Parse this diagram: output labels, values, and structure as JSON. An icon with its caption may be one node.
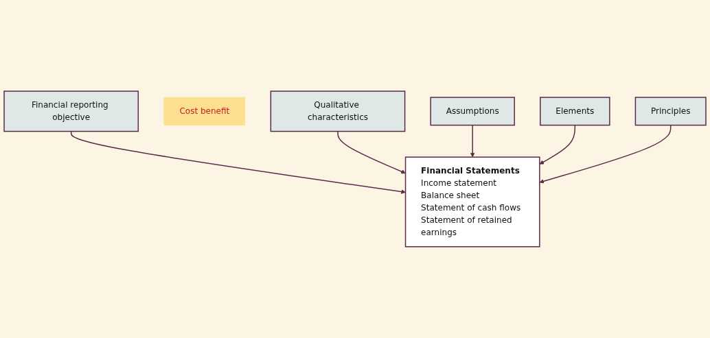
{
  "diagram": {
    "nodes": [
      {
        "text": [
          "Financial reporting objective"
        ]
      },
      {
        "text": [
          "Cost benefit"
        ]
      },
      {
        "text": [
          "Qualitative characteristics"
        ]
      },
      {
        "text": [
          "Financial Statements",
          "Income statement",
          "Balance sheet",
          "Statement of cash flows",
          "Statement of retained earnings"
        ]
      },
      {
        "text": [
          "Assumptions"
        ]
      },
      {
        "text": [
          "Elements"
        ]
      },
      {
        "text": [
          "Principles"
        ]
      }
    ],
    "edges": [
      {
        "from": 0,
        "to": 3,
        "arrow": "to"
      },
      {
        "from": 2,
        "to": 3,
        "arrow": "to"
      },
      {
        "from": 4,
        "to": 3,
        "arrow": "to"
      },
      {
        "from": 5,
        "to": 3,
        "arrow": "to"
      },
      {
        "from": 6,
        "to": 3,
        "arrow": "to"
      }
    ]
  }
}
